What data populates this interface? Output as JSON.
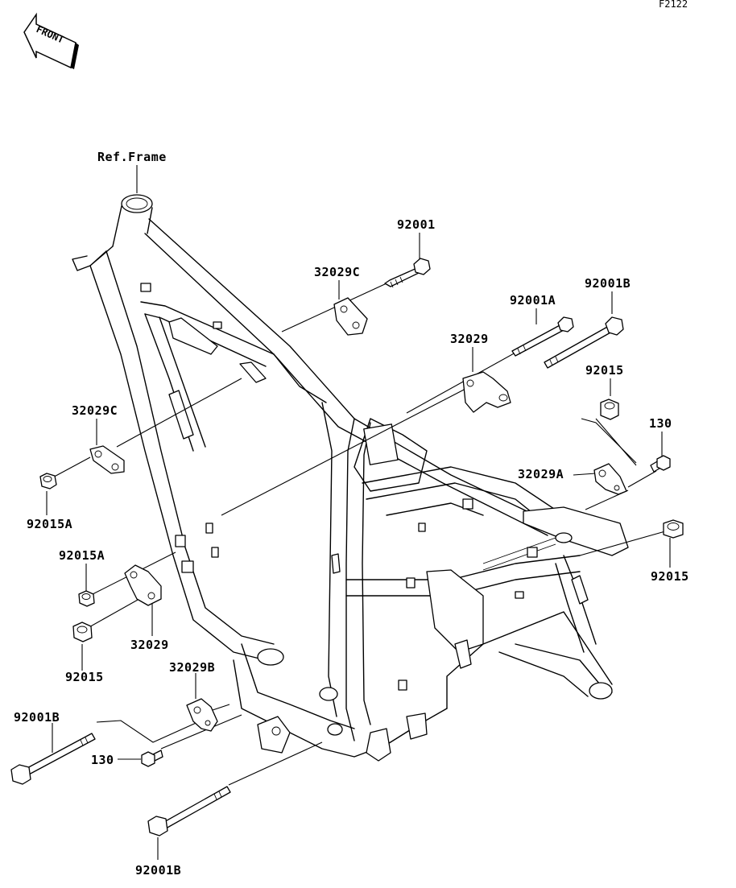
{
  "figure_code": "F2122",
  "front_badge": "FRONT",
  "labels": {
    "ref_frame": "Ref.Frame",
    "p92001": "92001",
    "p32029C_top": "32029C",
    "p92001A": "92001A",
    "p92001B_top": "92001B",
    "p32029_mid": "32029",
    "p92015_top": "92015",
    "p130_right": "130",
    "p32029C_left": "32029C",
    "p32029A": "32029A",
    "p92015A_left": "92015A",
    "p92015_right": "92015",
    "p92015A_mid": "92015A",
    "p32029_low": "32029",
    "p92015_low": "92015",
    "p32029B": "32029B",
    "p92001B_left": "92001B",
    "p130_low": "130",
    "p92001B_bottom": "92001B"
  }
}
